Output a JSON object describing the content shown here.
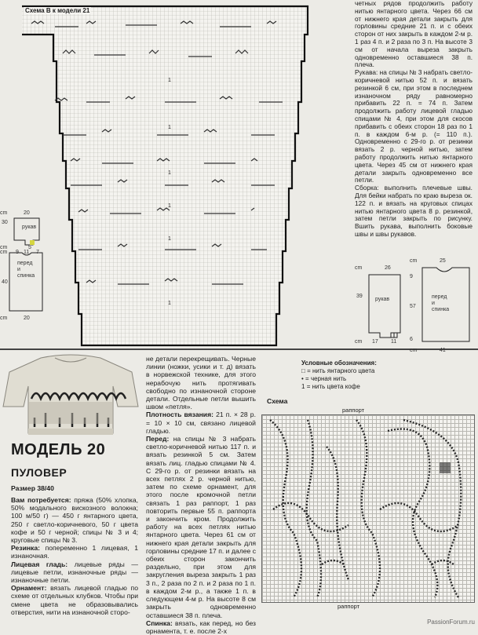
{
  "diagram_top": {
    "title": "Схема В к модели 21",
    "mark": "1"
  },
  "sleeve_small": {
    "label": "рукав",
    "cm_top": "cm",
    "top": "20",
    "side": "30",
    "cm_bottom": "cm",
    "b1": "9",
    "b2": "11",
    "b3": "7"
  },
  "body_small": {
    "label_a": "перед",
    "label_b": "и",
    "label_c": "спинка",
    "cm_top": "cm",
    "top": "5",
    "side": "40",
    "cm_bottom": "cm",
    "bottom": "20"
  },
  "right_col_text": [
    "четных рядов продолжить работу нитью янтарного цвета. Через 66 см от нижнего края детали закрыть для горловины средние 21 п. и с обеих сторон от них закрыть в каждом 2-м р. 1 раз 4 п. и 2 раза по 3 п. На высоте 3 см от начала выреза закрыть одновременно оставшиеся 38 п. плеча.",
    "Рукава: на спицы № 3 набрать светло-коричневой нитью 52 п. и вязать резинкой 6 см, при этом в последнем изнаночном ряду равномерно прибавить 22 п. = 74 п. Затем продолжить работу лицевой гладью спицами № 4, при этом для скосов прибавить с обеих сторон 18 раз по 1 п. в каждом 6-м р. (= 110 п.). Одновременно с 29-го р. от резинки вязать 2 р. черной нитью, затем работу продолжить нитью янтарного цвета. Через 45 см от нижнего края детали закрыть одновременно все петли.",
    "Сборка: выполнить плечевые швы. Для бейки набрать по краю выреза ок. 122 п. и вязать на круговых спицах нитью янтарного цвета 8 р. резинкой, затем петли закрыть по рисунку. Вшить рукава, выполнить боковые швы и швы рукавов."
  ],
  "sleeve_right": {
    "label": "рукав",
    "cm_top": "cm",
    "top": "26",
    "side": "39",
    "cm_bottom": "cm",
    "b1": "17",
    "b2": "11"
  },
  "body_right": {
    "label_a": "перед",
    "label_b": "и",
    "label_c": "спинка",
    "cm_top": "cm",
    "top": "25",
    "side1": "57",
    "side2": "9",
    "side3": "6",
    "cm_bottom": "cm",
    "bottom": "41"
  },
  "model": {
    "title": "МОДЕЛЬ 20",
    "subtitle": "ПУЛОВЕР",
    "size_label": "Размер",
    "size_value": "38/40"
  },
  "col1": [
    {
      "b": "Вам потребуется:",
      "t": " пряжа (50% хлопка, 50% модального вискозного волокна; 100 м/50 г) — 450 г янтарного цвета, 250 г светло-коричневого, 50 г цвета кофе и 50 г черной; спицы № 3 и 4; круговые спицы № 3."
    },
    {
      "b": "Резинка:",
      "t": " попеременно 1 лицевая, 1 изнаночная."
    },
    {
      "b": "Лицевая гладь:",
      "t": " лицевые ряды — лицевые петли, изнаночные ряды — изнаночные петли."
    },
    {
      "b": "Орнамент:",
      "t": " вязать лицевой гладью по схеме от отдельных клубков. Чтобы при смене цвета не образовывались отверстия, нити на изнаночной сторо-"
    }
  ],
  "col2": [
    {
      "b": "",
      "t": "не детали перекрещивать. Черные линии (ножки, усики и т. д) вязать в норвежской технике, для этого нерабочую нить протягивать свободно по изнаночной стороне детали. Отдельные петли вышить швом «петля»."
    },
    {
      "b": "Плотность вязания:",
      "t": " 21 п. × 28 р. = 10 × 10 см, связано лицевой гладью."
    },
    {
      "b": "Перед:",
      "t": " на спицы № 3 набрать светло-коричневой нитью 117 п. и вязать резинкой 5 см. Затем вязать лиц. гладью спицами № 4. С 29-го р. от резинки вязать на всех петлях 2 р. черной нитью, затем по схеме орнамент, для этого после кромочной петли связать 1 раз раппорт, 1 раз повторить первые 55 п. раппорта и закончить кром. Продолжить работу на всех петлях нитью янтарного цвета. Через 61 см от нижнего края детали закрыть для горловины средние 17 п. и далее с обеих сторон закончить раздельно, при этом для закругления выреза закрыть 1 раз 3 п., 2 раза по 2 п. и 2 раза по 1 п. в каждом 2-м р., а также 1 п. в следующем 4-м р. На высоте 8 см закрыть одновременно оставшиеся 38 п. плеча."
    },
    {
      "b": "Спинка:",
      "t": " вязать, как перед, но без орнамента, т. е. после 2-х"
    }
  ],
  "legend": {
    "title": "Условные обозначения:",
    "items": [
      {
        "sym": "□",
        "text": "= нить янтарного цвета"
      },
      {
        "sym": "•",
        "text": "= черная нить"
      },
      {
        "sym": "1",
        "text": "= нить цвета кофе"
      }
    ]
  },
  "scheme": {
    "title": "Схема",
    "rapport_top": "раппорт",
    "rapport_bottom": "раппорт"
  },
  "watermark": "PassionForum.ru"
}
